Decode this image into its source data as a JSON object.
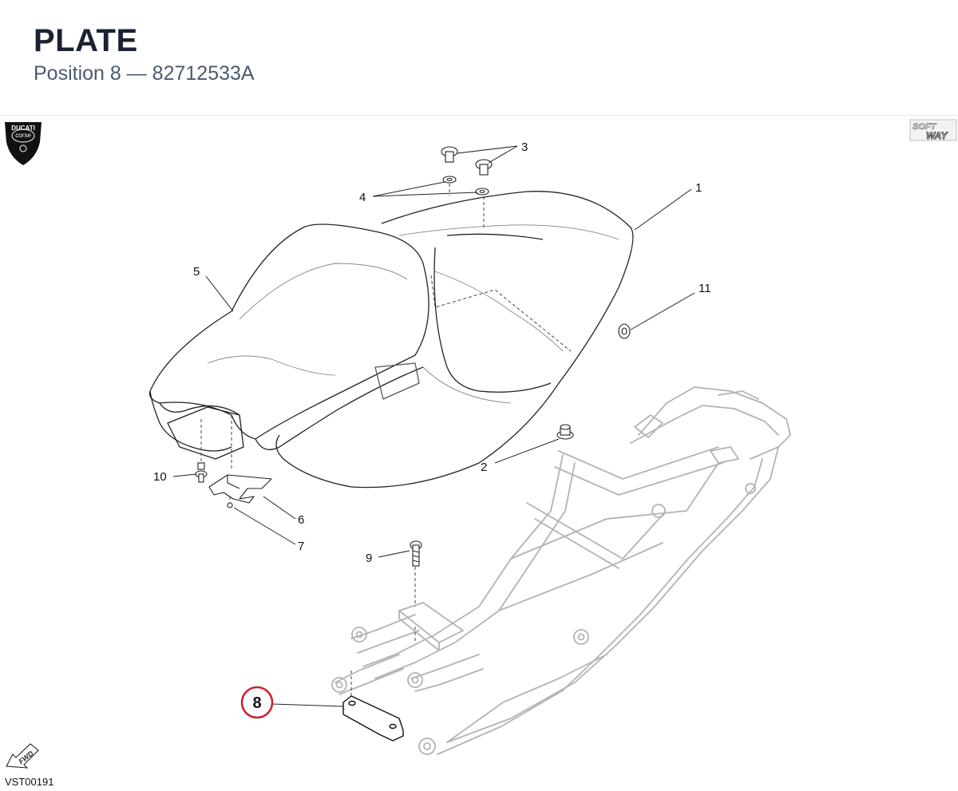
{
  "header": {
    "title": "PLATE",
    "subtitle": "Position 8 — 82712533A"
  },
  "logos": {
    "brand_top": "DUCATI",
    "brand_bottom": "corse",
    "software_top": "SOFT",
    "software_bottom": "WAY",
    "direction": "FWD"
  },
  "callouts": {
    "c1": "1",
    "c2": "2",
    "c3": "3",
    "c4": "4",
    "c5": "5",
    "c6": "6",
    "c7": "7",
    "c8": "8",
    "c9": "9",
    "c10": "10",
    "c11": "11"
  },
  "drawing_code": "VST00191",
  "highlight_color": "#cc1f2d"
}
